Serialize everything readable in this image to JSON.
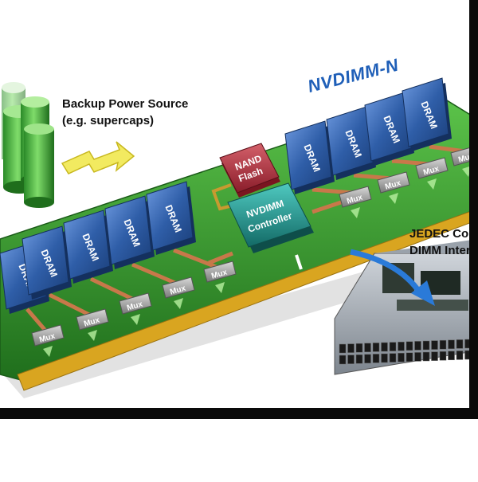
{
  "title": "NVDIMM-N",
  "backup": {
    "line1": "Backup Power Source",
    "line2": "(e.g. supercaps)"
  },
  "jedec": {
    "line1": "JEDEC Comp",
    "line2": "DIMM Inter"
  },
  "nand": {
    "line1": "NAND",
    "line2": "Flash"
  },
  "controller": {
    "line1": "NVDIMM",
    "line2": "Controller"
  },
  "dram_label": "DRAM",
  "mux_label": "Mux",
  "colors": {
    "board": "#2f8f2a",
    "dram": "#2f5ea8",
    "nand": "#a52a3a",
    "controller": "#1f8a86",
    "gold": "#d9a520",
    "title": "#1f5fb8",
    "supercap": "#3fae3a",
    "arrow_yellow": "#f0e040",
    "arrow_blue": "#2a7ad8"
  }
}
